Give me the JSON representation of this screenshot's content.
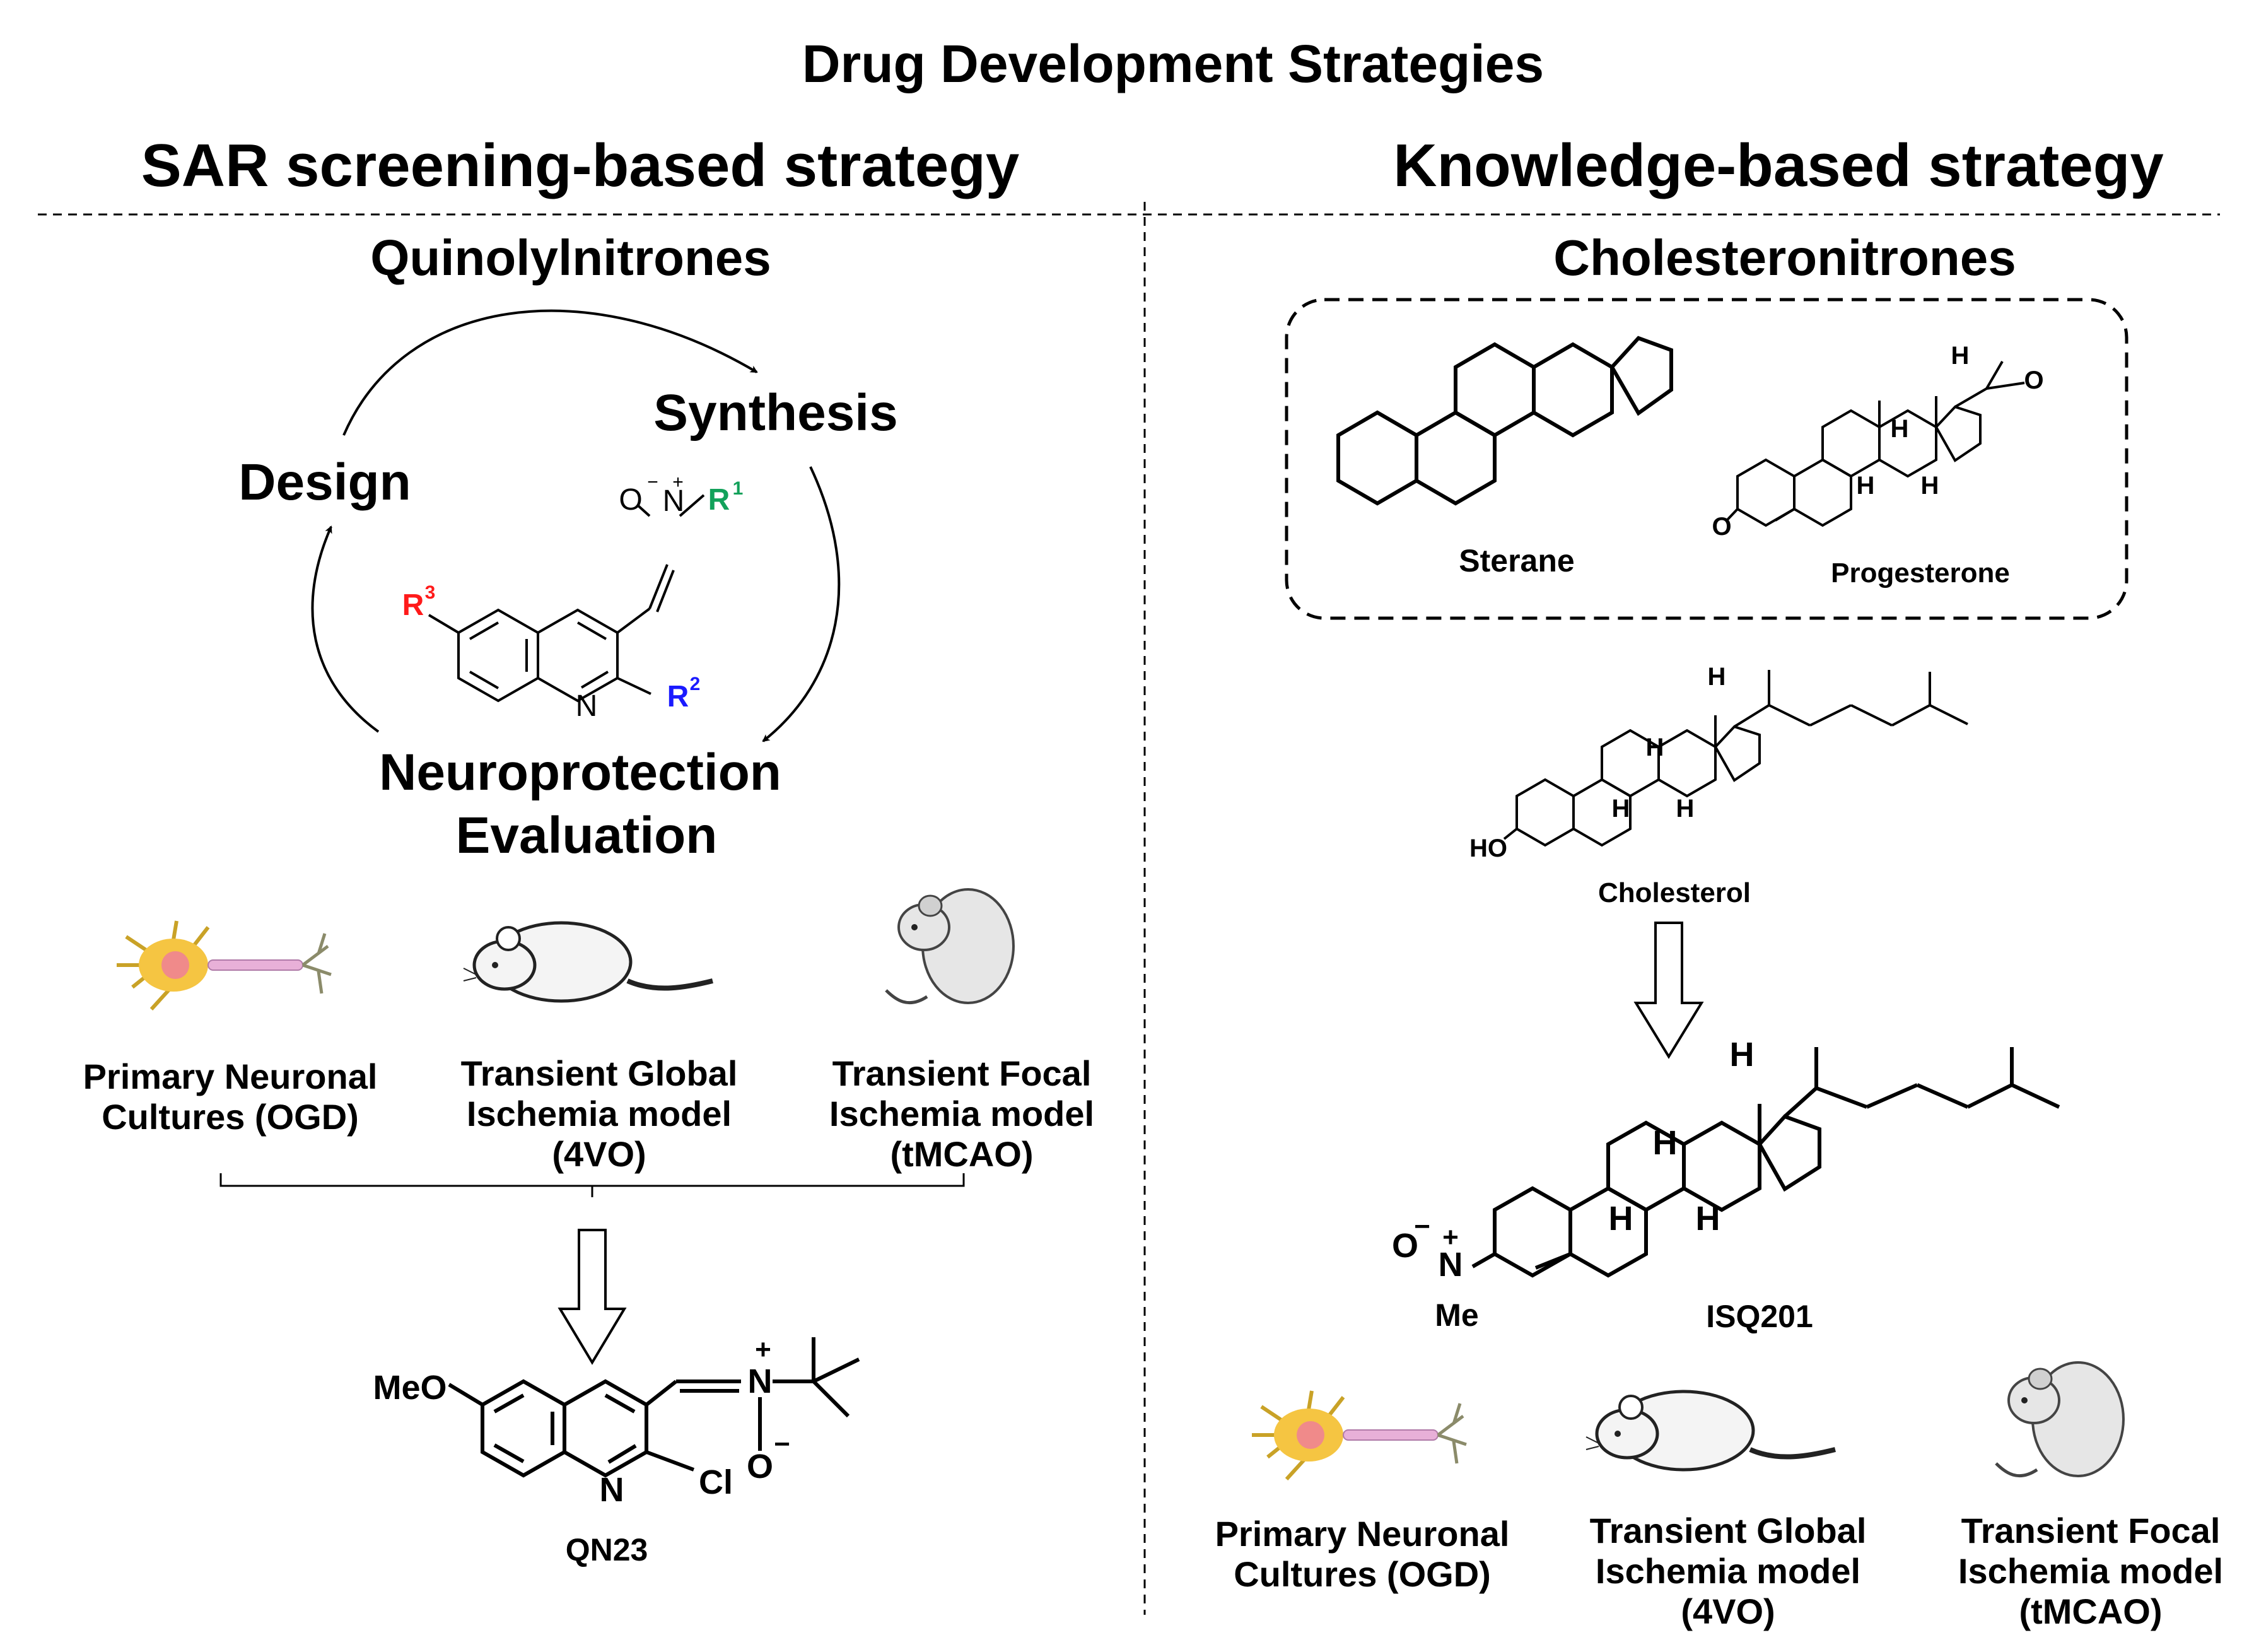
{
  "title": "Drug Development Strategies",
  "left": {
    "heading": "SAR screening-based strategy",
    "subheading": "Quinolylnitrones",
    "cycle": {
      "design": "Design",
      "synthesis": "Synthesis",
      "evaluation_line1": "Neuroprotection",
      "evaluation_line2": "Evaluation"
    },
    "scaffold_labels": {
      "o": "O",
      "o_charge": "−",
      "n": "N",
      "n_charge": "+",
      "r1": "R",
      "r1_sup": "1",
      "r2": "R",
      "r2_sup": "2",
      "r3": "R",
      "r3_sup": "3",
      "ring_n": "N"
    },
    "models": [
      {
        "line1": "Primary Neuronal",
        "line2": "Cultures (OGD)",
        "line3": ""
      },
      {
        "line1": "Transient Global",
        "line2": "Ischemia model",
        "line3": "(4VO)"
      },
      {
        "line1": "Transient Focal",
        "line2": "Ischemia model",
        "line3": "(tMCAO)"
      }
    ],
    "result": {
      "name": "QN23",
      "meo": "MeO",
      "n_plus": "N",
      "plus": "+",
      "o_minus": "O",
      "minus": "−",
      "ring_n": "N",
      "cl": "Cl"
    }
  },
  "right": {
    "heading": "Knowledge-based strategy",
    "subheading": "Cholesteronitrones",
    "sterane": "Sterane",
    "progesterone": "Progesterone",
    "cholesterol": "Cholesterol",
    "ho": "HO",
    "h": "H",
    "o": "O",
    "result": {
      "name": "ISQ201",
      "o": "O",
      "minus": "−",
      "n": "N",
      "plus": "+",
      "me": "Me"
    },
    "models": [
      {
        "line1": "Primary Neuronal",
        "line2": "Cultures (OGD)",
        "line3": ""
      },
      {
        "line1": "Transient Global",
        "line2": "Ischemia model",
        "line3": "(4VO)"
      },
      {
        "line1": "Transient Focal",
        "line2": "Ischemia model",
        "line3": "(tMCAO)"
      }
    ]
  },
  "colors": {
    "r1": "#12a15a",
    "r2": "#1a1aff",
    "r3": "#ff1a1a",
    "neuron_body": "#f5c542",
    "neuron_nucleus": "#f08a8a",
    "axon": "#e8b0d8",
    "mouse_body": "#e6e6e6"
  },
  "icons": [
    "neuron-icon",
    "rat-icon",
    "mouse-icon"
  ]
}
